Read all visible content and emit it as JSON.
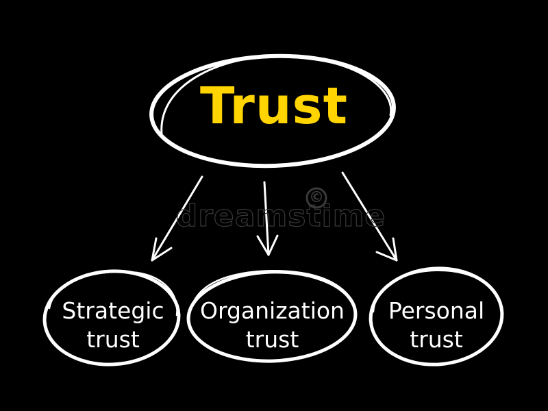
{
  "diagram": {
    "root": {
      "label": "Trust"
    },
    "children": [
      {
        "line1": "Strategic",
        "line2": "trust"
      },
      {
        "line1": "Organization",
        "line2": "trust"
      },
      {
        "line1": "Personal",
        "line2": "trust"
      }
    ]
  },
  "watermark": {
    "text": "dreamstime",
    "icon_symbol": "©"
  },
  "colors": {
    "background": "#000000",
    "root_text": "#ffd400",
    "lines": "#ffffff",
    "child_text": "#ffffff",
    "watermark": "#3a3a3a"
  }
}
